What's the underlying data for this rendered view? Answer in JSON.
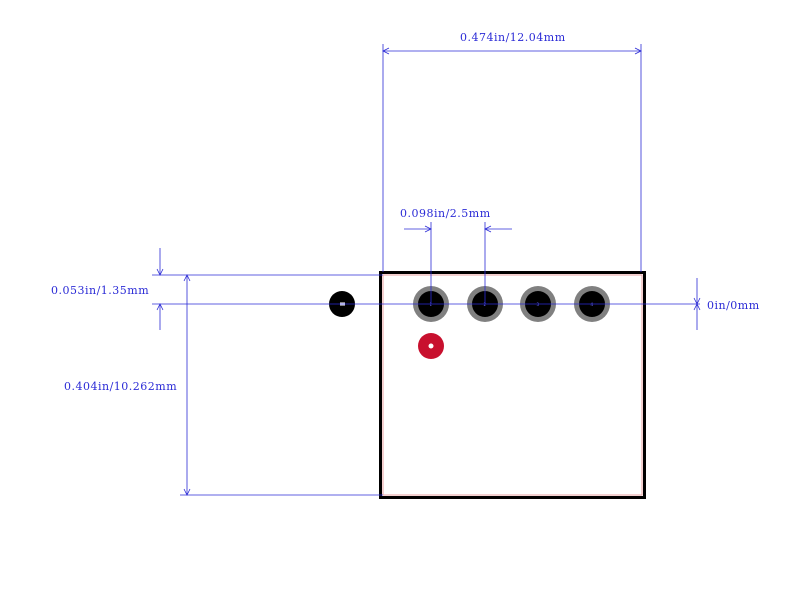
{
  "dimensions": {
    "width_label": "0.474in/12.04mm",
    "pitch_label": "0.098in/2.5mm",
    "offset_label": "0.053in/1.35mm",
    "height_label": "0.404in/10.262mm",
    "origin_label": "0in/0mm"
  },
  "pins": [
    {
      "number": "1"
    },
    {
      "number": "2"
    },
    {
      "number": "3"
    },
    {
      "number": "4"
    }
  ],
  "colors": {
    "dimension": "#2b2bd6",
    "outline": "#000000",
    "courtyard": "#e8a0a0",
    "pad_ring": "#808080",
    "drill": "#000000",
    "marker": "#c8102e"
  }
}
